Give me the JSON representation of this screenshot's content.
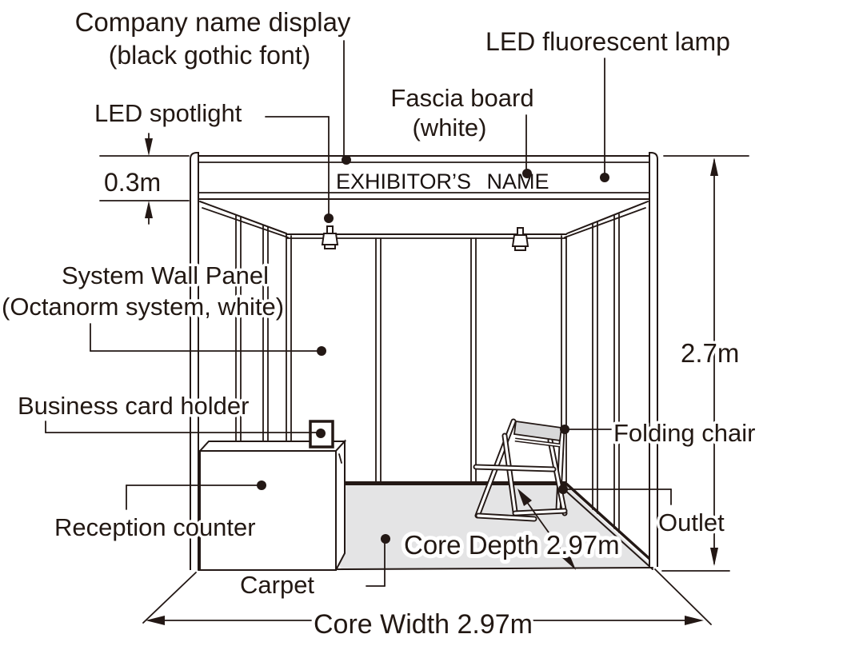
{
  "figure": {
    "kind": "exhibition-booth-specification-diagram"
  },
  "fascia": {
    "text": "EXHIBITOR’S NAME"
  },
  "labels": {
    "company_name": "Company name display",
    "company_name_sub": "(black gothic font)",
    "led_lamp": "LED fluorescent lamp",
    "led_spotlight": "LED spotlight",
    "fascia_board": "Fascia board",
    "fascia_board_sub": "(white)",
    "wall_panel": "System Wall Panel",
    "wall_panel_sub": "(Octanorm system, white)",
    "card_holder": "Business card holder",
    "reception_counter": "Reception counter",
    "carpet": "Carpet",
    "folding_chair": "Folding chair",
    "outlet": "Outlet"
  },
  "dimensions": {
    "fascia_height": "0.3m",
    "booth_height": "2.7m",
    "core_depth": "Core Depth 2.97m",
    "core_width": "Core Width 2.97m"
  },
  "colors": {
    "line": "#231815",
    "carpet": "#e4e4e5",
    "chair_panel": "#d8d8d9",
    "background": "#ffffff"
  }
}
